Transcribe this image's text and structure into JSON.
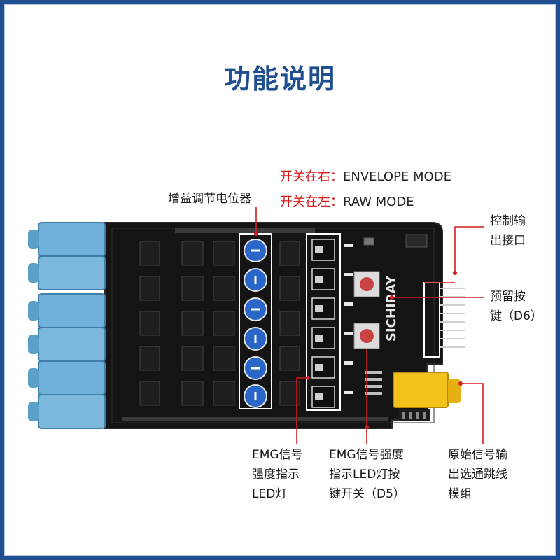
{
  "title": "功能说明",
  "modes": [
    {
      "switch": "开关在右：",
      "mode": "ENVELOPE MODE"
    },
    {
      "switch": "开关在左：",
      "mode": "RAW MODE"
    }
  ],
  "labels": {
    "gain_pot": "增益调节电位器",
    "control_output": [
      "控制输",
      "出接口"
    ],
    "reserved_key": [
      "预留按",
      "键（D6）"
    ],
    "emg_led": [
      "EMG信号",
      "强度指示",
      "LED灯"
    ],
    "emg_led_switch": [
      "EMG信号强度",
      "指示LED灯按",
      "键开关（D5）"
    ],
    "raw_output_jumper": [
      "原始信号输",
      "出选通跳线",
      "模组"
    ]
  },
  "board": {
    "brand": "SICHIRAY"
  },
  "colors": {
    "frame": "#1f4f8f",
    "title": "#1f4f8f",
    "highlight": "#d31d1d",
    "pcb": "#121212",
    "jack": "#6fb1d8",
    "yellow": "#f2c21b",
    "pointer": "#d31d1d"
  }
}
